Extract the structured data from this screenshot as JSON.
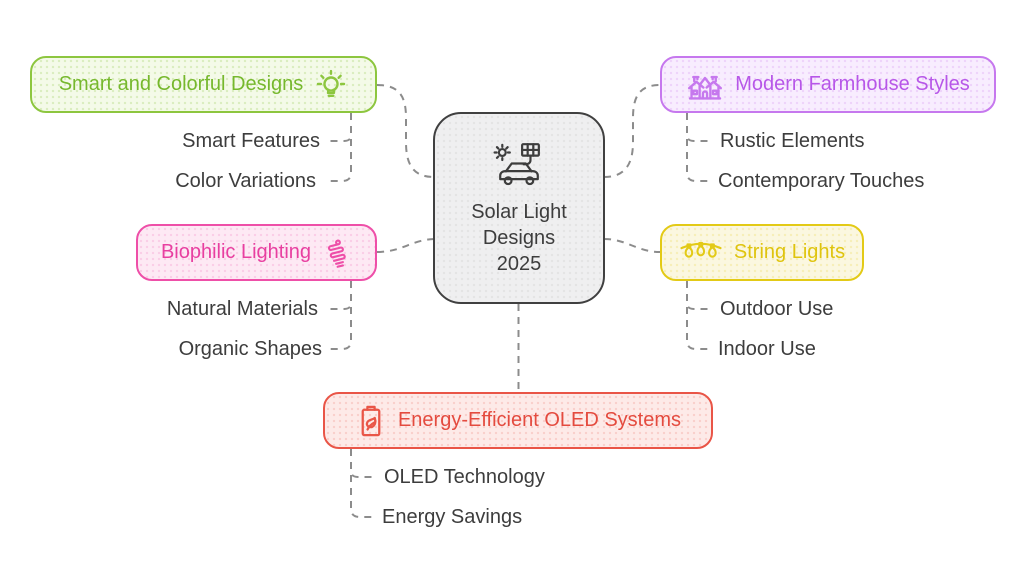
{
  "center": {
    "label": "Solar Light\nDesigns\n2025",
    "icon": "solar-car-icon"
  },
  "branches": [
    {
      "label": "Smart and Colorful Designs",
      "icon": "lightbulb-icon",
      "border_color": "#8dc63f",
      "text_color": "#76b82d",
      "fill_color": "#f4fae8",
      "children": [
        "Smart Features",
        "Color Variations"
      ]
    },
    {
      "label": "Modern Farmhouse Styles",
      "icon": "farmhouse-icon",
      "border_color": "#c678ee",
      "text_color": "#b757e8",
      "fill_color": "#f8edfe",
      "children": [
        "Rustic Elements",
        "Contemporary Touches"
      ]
    },
    {
      "label": "Biophilic Lighting",
      "icon": "cfl-bulb-icon",
      "border_color": "#ee4fa8",
      "text_color": "#e83fa0",
      "fill_color": "#fde9f4",
      "children": [
        "Natural Materials",
        "Organic Shapes"
      ]
    },
    {
      "label": "String Lights",
      "icon": "string-lights-icon",
      "border_color": "#e3ca16",
      "text_color": "#dfc40e",
      "fill_color": "#fbf7e0",
      "children": [
        "Outdoor Use",
        "Indoor Use"
      ]
    },
    {
      "label": "Energy-Efficient OLED Systems",
      "icon": "battery-leaf-icon",
      "border_color": "#e95547",
      "text_color": "#e44b3f",
      "fill_color": "#fdeae8",
      "children": [
        "OLED Technology",
        "Energy Savings"
      ]
    }
  ],
  "connector_color": "#8c8c8c",
  "center_border_color": "#404040"
}
